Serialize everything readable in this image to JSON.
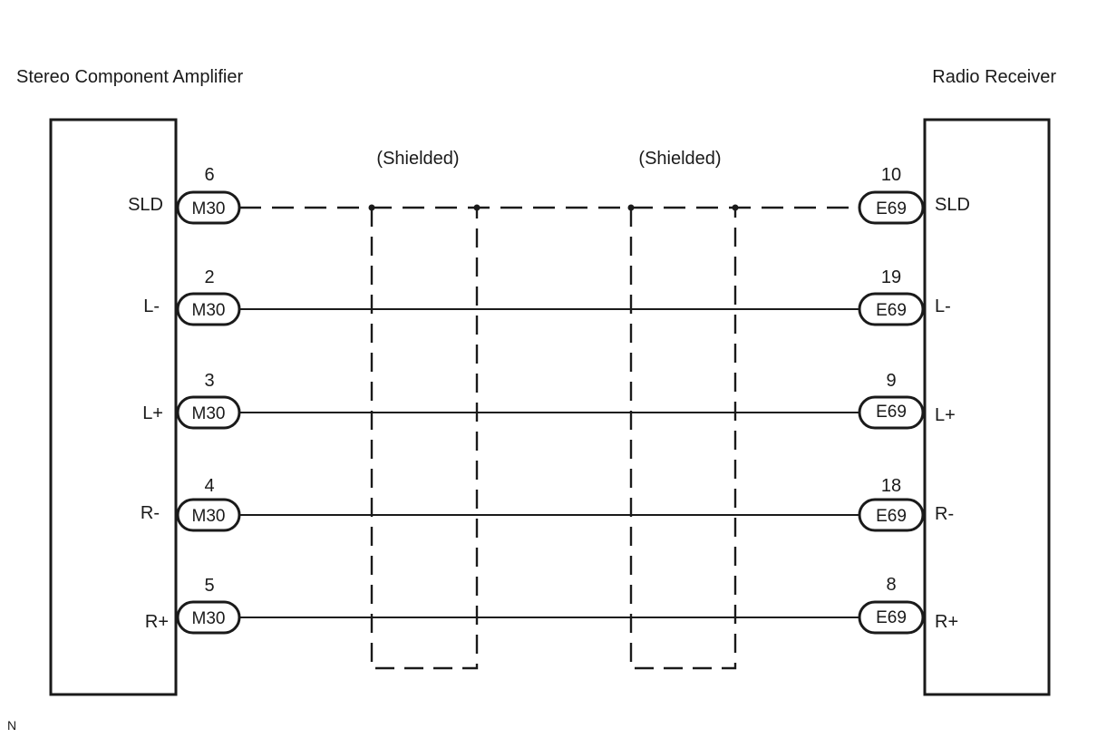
{
  "left_component": {
    "title": "Stereo Component Amplifier",
    "connector": "M30"
  },
  "right_component": {
    "title": "Radio Receiver",
    "connector": "E69"
  },
  "shield_labels": [
    "(Shielded)",
    "(Shielded)"
  ],
  "wires": [
    {
      "left_signal": "SLD",
      "left_pin": "6",
      "right_pin": "10",
      "right_signal": "SLD",
      "style": "dashed"
    },
    {
      "left_signal": "L-",
      "left_pin": "2",
      "right_pin": "19",
      "right_signal": "L-",
      "style": "solid"
    },
    {
      "left_signal": "L+",
      "left_pin": "3",
      "right_pin": "9",
      "right_signal": "L+",
      "style": "solid"
    },
    {
      "left_signal": "R-",
      "left_pin": "4",
      "right_pin": "18",
      "right_signal": "R-",
      "style": "solid"
    },
    {
      "left_signal": "R+",
      "left_pin": "5",
      "right_pin": "8",
      "right_signal": "R+",
      "style": "solid"
    }
  ],
  "corner_mark": "N"
}
